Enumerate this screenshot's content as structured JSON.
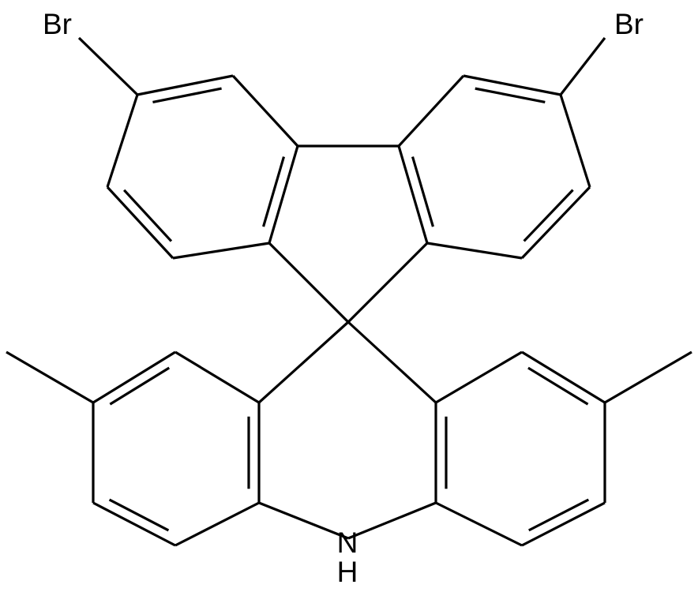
{
  "structure": {
    "atoms": {
      "br_left": "Br",
      "br_right": "Br",
      "n_label": "N",
      "h_label": "H"
    },
    "colors": {
      "bond": "#000000",
      "background": "#ffffff"
    }
  }
}
